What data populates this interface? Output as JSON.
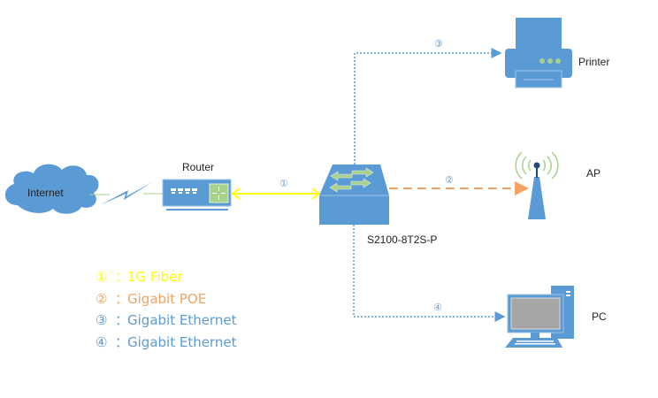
{
  "nodes": {
    "internet": {
      "label": "Internet"
    },
    "router": {
      "label": "Router"
    },
    "switch": {
      "label": "S2100-8T2S-P"
    },
    "printer": {
      "label": "Printer"
    },
    "ap": {
      "label": "AP"
    },
    "pc": {
      "label": "PC"
    }
  },
  "links": [
    {
      "id": "1",
      "marker": "①",
      "from": "router",
      "to": "switch",
      "style": "solid double-arrow",
      "color": "#ffff00"
    },
    {
      "id": "2",
      "marker": "②",
      "from": "switch",
      "to": "ap",
      "style": "dashed",
      "color": "#f4a460"
    },
    {
      "id": "3",
      "marker": "③",
      "from": "switch",
      "to": "printer",
      "style": "dotted",
      "color": "#5b9bd5"
    },
    {
      "id": "4",
      "marker": "④",
      "from": "switch",
      "to": "pc",
      "style": "dotted",
      "color": "#5b9bd5"
    }
  ],
  "legend": [
    {
      "marker": "①",
      "sep": "：",
      "text": "1G Fiber",
      "color": "#ffff00"
    },
    {
      "marker": "②",
      "sep": "：",
      "text": "Gigabit POE",
      "color": "#f4a460"
    },
    {
      "marker": "③",
      "sep": "：",
      "text": "Gigabit Ethernet",
      "color": "#5b9bd5"
    },
    {
      "marker": "④",
      "sep": "：",
      "text": "Gigabit Ethernet",
      "color": "#5b9bd5"
    }
  ],
  "colors": {
    "device_blue": "#5b9bd5",
    "accent_green": "#a9d18e"
  }
}
